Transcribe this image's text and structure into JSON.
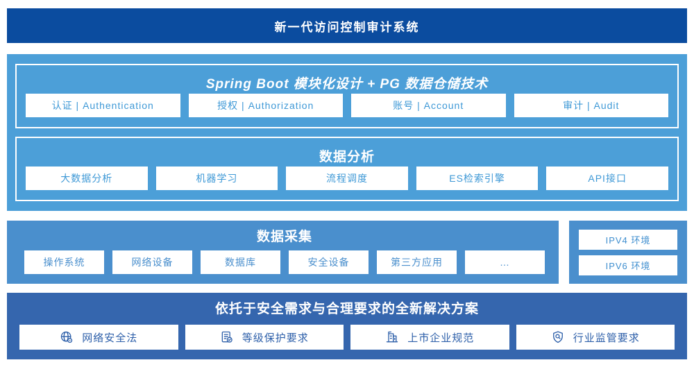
{
  "banner": {
    "title": "新一代访问控制审计系统"
  },
  "platform": {
    "groups": [
      {
        "title": "Spring Boot 模块化设计 + PG 数据仓储技术",
        "items": [
          "认证 | Authentication",
          "授权 | Authorization",
          "账号 | Account",
          "审计 | Audit"
        ]
      },
      {
        "title": "数据分析",
        "items": [
          "大数据分析",
          "机器学习",
          "流程调度",
          "ES检索引擎",
          "API接口"
        ]
      }
    ]
  },
  "collection": {
    "title": "数据采集",
    "items": [
      "操作系统",
      "网络设备",
      "数据库",
      "安全设备",
      "第三方应用",
      "…"
    ]
  },
  "environments": {
    "items": [
      "IPV4 环境",
      "IPV6 环境"
    ]
  },
  "solution": {
    "title": "依托于安全需求与合理要求的全新解决方案",
    "items": [
      {
        "icon": "globe-icon",
        "label": "网络安全法"
      },
      {
        "icon": "document-check-icon",
        "label": "等级保护要求"
      },
      {
        "icon": "building-icon",
        "label": "上市企业规范"
      },
      {
        "icon": "shield-search-icon",
        "label": "行业监管要求"
      }
    ]
  },
  "colors": {
    "banner_bg": "#0b4c9f",
    "platform_bg": "#4c9fd8",
    "collection_bg": "#4a8fcd",
    "solution_bg": "#3566ae",
    "box_text_platform": "#3d98d6",
    "box_text_solution": "#2d5fa9",
    "white": "#ffffff"
  }
}
